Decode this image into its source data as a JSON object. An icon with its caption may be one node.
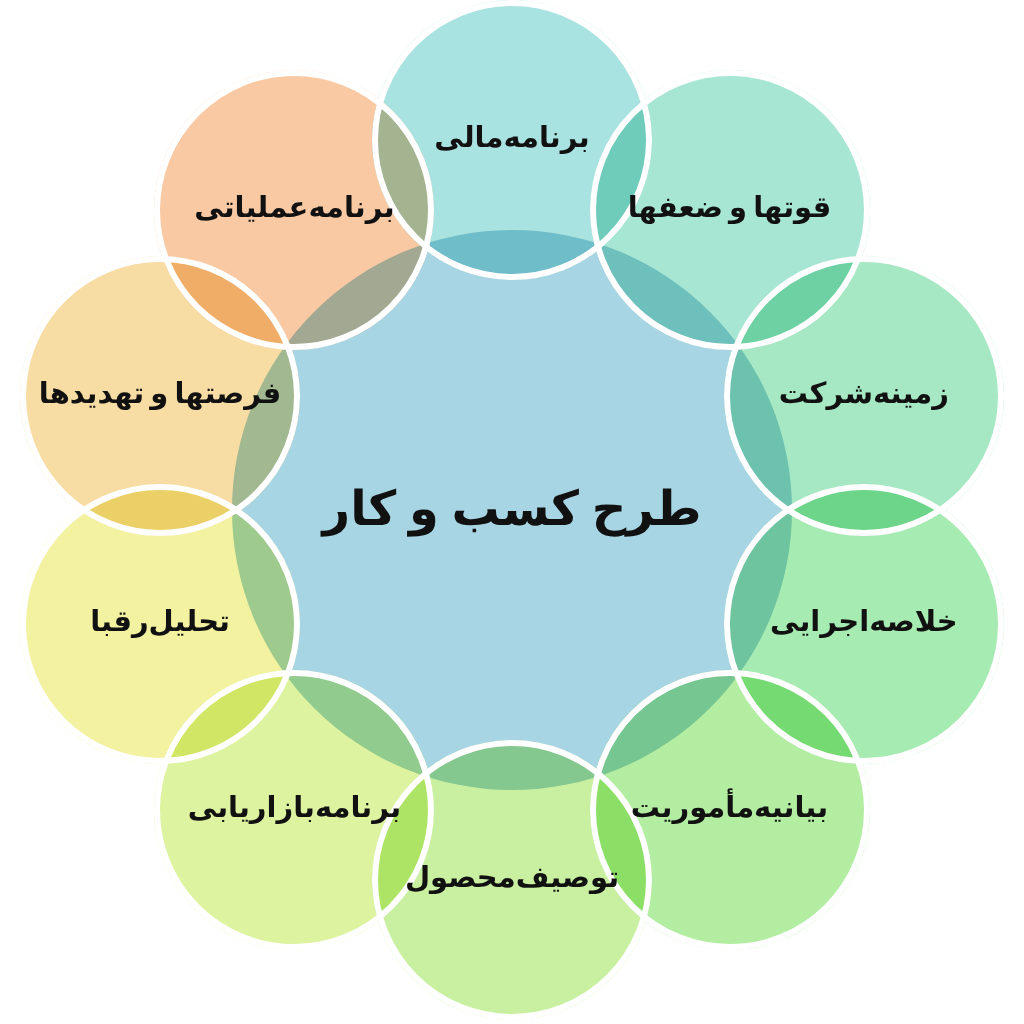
{
  "diagram": {
    "nodes": [
      {
        "text": [
          "طرح کسب و کار"
        ]
      },
      {
        "text": [
          "برنامه‌مالی"
        ]
      },
      {
        "text": [
          "قوتها و ضعفها"
        ]
      },
      {
        "text": [
          "زمینه‌شرکت"
        ]
      },
      {
        "text": [
          "خلاصه‌اجرایی"
        ]
      },
      {
        "text": [
          "بیانیه‌مأموریت"
        ]
      },
      {
        "text": [
          "توصیف‌محصول"
        ]
      },
      {
        "text": [
          "برنامه‌بازاریابی"
        ]
      },
      {
        "text": [
          "تحلیل‌رقبا"
        ]
      },
      {
        "text": [
          "فرصتها و تهدیدها"
        ]
      },
      {
        "text": [
          "برنامه‌عملیاتی"
        ]
      }
    ]
  }
}
